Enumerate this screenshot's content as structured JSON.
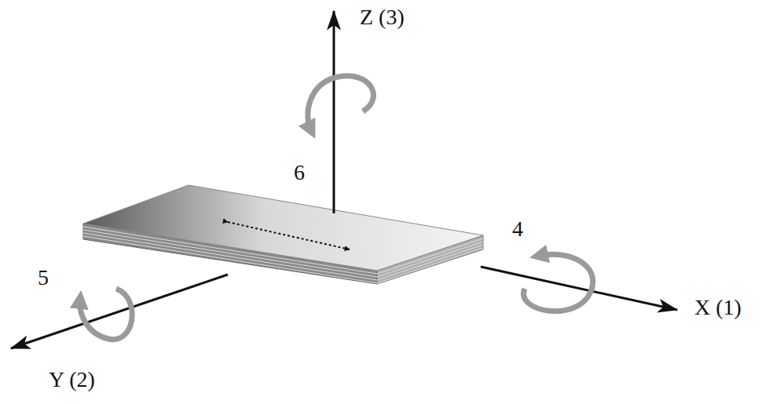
{
  "diagram": {
    "labels": [
      "Z (3)",
      "6",
      "4",
      "X (1)",
      "5",
      "Y (2)"
    ]
  }
}
